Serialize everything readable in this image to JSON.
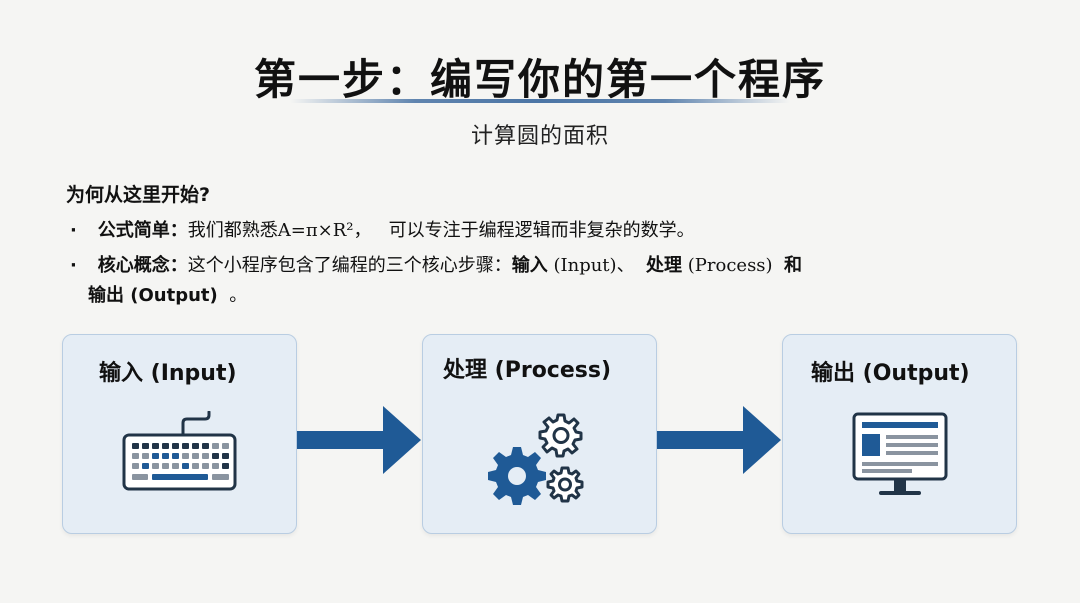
{
  "slide": {
    "title": "第一步：编写你的第一个程序",
    "subtitle": "计算圆的面积",
    "why_heading": "为何从这里开始?",
    "bullets": [
      {
        "marker": "·",
        "label": "公式简单：",
        "text_a": "我们都熟悉",
        "formula": "A=π×R²，",
        "text_b": "可以专注于编程逻辑而非复杂的数学。"
      },
      {
        "marker": "·",
        "label": "核心概念：",
        "text_a": "这个小程序包含了编程的三个核心步骤：",
        "step1": "输入",
        "step1_en": "(Input)、",
        "step2": "处理",
        "step2_en": "(Process)",
        "and": "和",
        "step3": "输出 (Output)",
        "end": "。"
      }
    ],
    "flow": {
      "input": {
        "label": "输入 (Input)",
        "icon": "keyboard-icon"
      },
      "process": {
        "label": "处理 (Process)",
        "icon": "gears-icon"
      },
      "output": {
        "label": "输出 (Output)",
        "icon": "monitor-icon"
      }
    },
    "colors": {
      "accent": "#1f5a96",
      "box_bg": "#e5edf5",
      "box_border": "#b9cde2",
      "icon_dark": "#213447"
    }
  }
}
